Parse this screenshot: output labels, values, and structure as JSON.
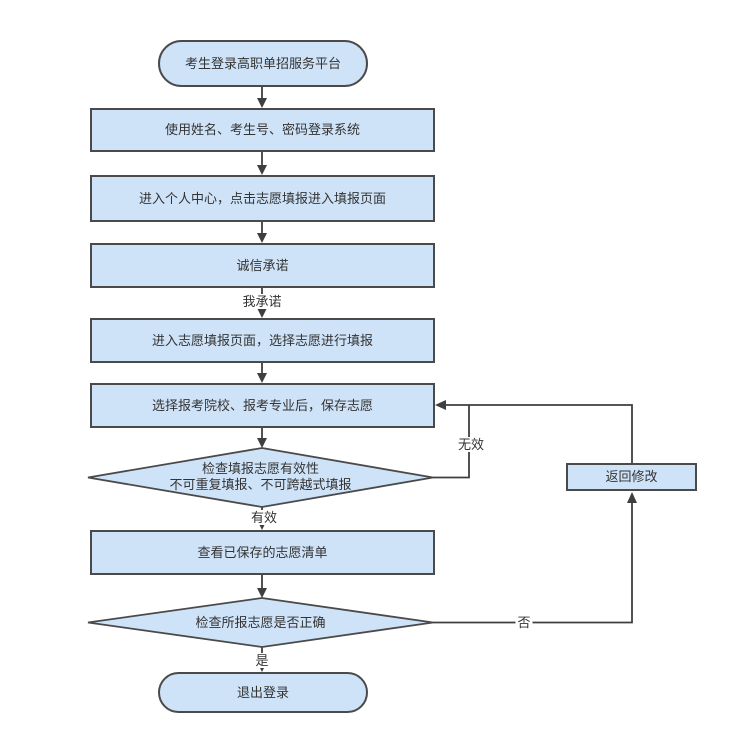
{
  "colors": {
    "node_fill": "#cfe3f8",
    "node_border": "#4a4a4a",
    "connector": "#3f3f3f",
    "text": "#333333",
    "background": "#ffffff"
  },
  "nodes": {
    "start": {
      "type": "terminator",
      "label": "考生登录高职单招服务平台"
    },
    "login": {
      "type": "process",
      "label": "使用姓名、考生号、密码登录系统"
    },
    "personal_center": {
      "type": "process",
      "label": "进入个人中心，点击志愿填报进入填报页面"
    },
    "integrity": {
      "type": "process",
      "label": "诚信承诺"
    },
    "enter_fill": {
      "type": "process",
      "label": "进入志愿填报页面，选择志愿进行填报"
    },
    "save": {
      "type": "process",
      "label": "选择报考院校、报考专业后，保存志愿"
    },
    "check_valid": {
      "type": "decision",
      "line1": "检查填报志愿有效性",
      "line2": "不可重复填报、不可跨越式填报"
    },
    "view_saved": {
      "type": "process",
      "label": "查看已保存的志愿清单"
    },
    "check_correct": {
      "type": "decision",
      "label": "检查所报志愿是否正确"
    },
    "return_modify": {
      "type": "process",
      "label": "返回修改"
    },
    "end": {
      "type": "terminator",
      "label": "退出登录"
    }
  },
  "edge_labels": {
    "promise": "我承诺",
    "valid": "有效",
    "invalid": "无效",
    "yes": "是",
    "no": "否"
  }
}
